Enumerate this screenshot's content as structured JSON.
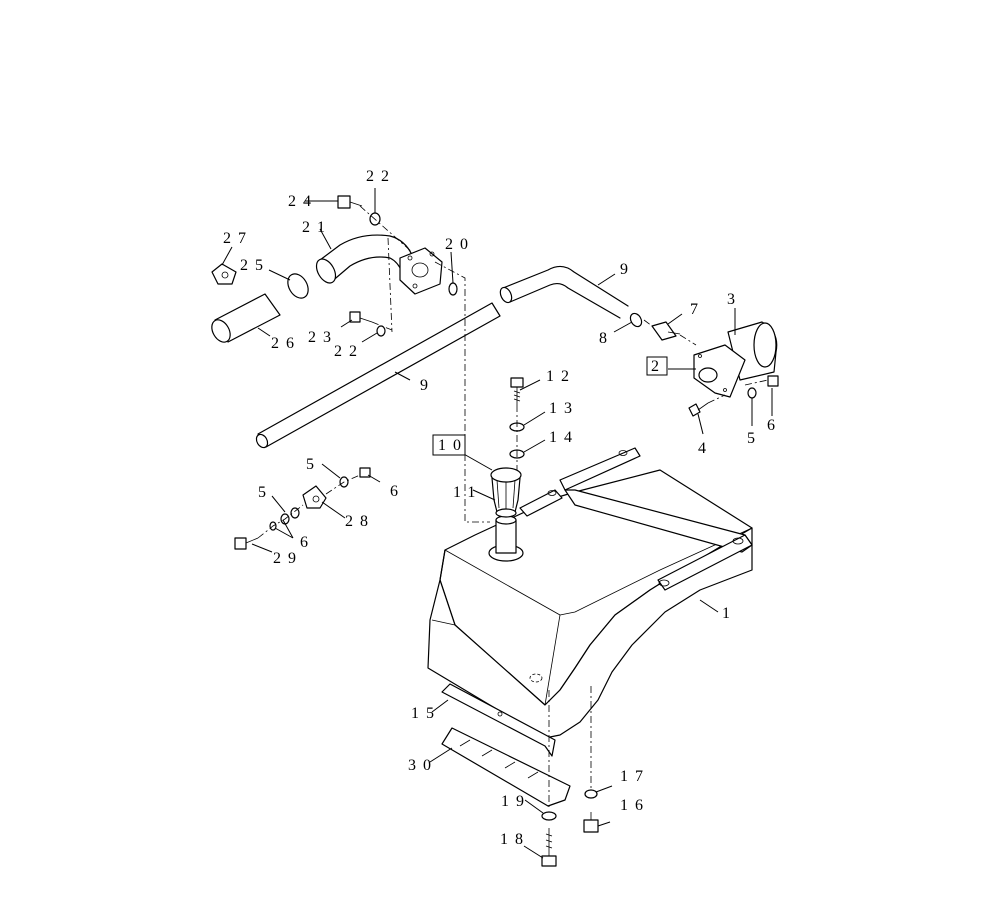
{
  "labels": {
    "p1": "1",
    "p2": "2",
    "p3": "3",
    "p4": "4",
    "p5a": "5",
    "p5b": "5",
    "p5c": "5",
    "p6a": "6",
    "p6b": "6",
    "p6c": "6",
    "p7": "7",
    "p8": "8",
    "p9a": "9",
    "p9b": "9",
    "p10": "10",
    "p11": "11",
    "p12": "12",
    "p13": "13",
    "p14": "14",
    "p15": "15",
    "p16": "16",
    "p17": "17",
    "p18": "18",
    "p19": "19",
    "p20": "20",
    "p21": "21",
    "p22a": "22",
    "p22b": "22",
    "p23": "23",
    "p24": "24",
    "p25": "25",
    "p26": "26",
    "p27": "27",
    "p28": "28",
    "p29": "29",
    "p30": "30"
  }
}
